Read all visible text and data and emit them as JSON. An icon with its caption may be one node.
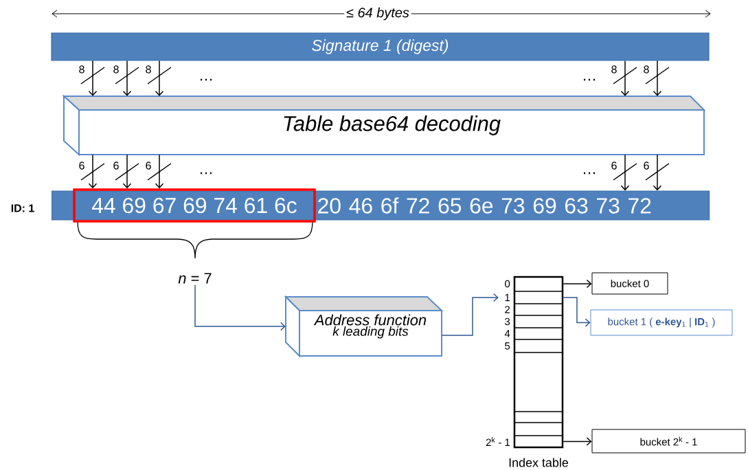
{
  "diagram": {
    "nodes": [
      {
        "text": [
          "Signature 1 (digest)"
        ]
      },
      {
        "text": [
          "Table base64 decoding"
        ]
      },
      {
        "text": [
          "20 46 6f 72 65 6e 73 69 63 73 72"
        ],
        "beside": [
          "ID: 1"
        ]
      },
      {
        "text": [
          "44 69 67 69 74 61 6c"
        ],
        "in": 2
      },
      {
        "text": [
          "*n* = 7"
        ]
      },
      {
        "text": [
          "Address function",
          "k leading bits"
        ]
      },
      {
        "text": [
          "Index table"
        ],
        "beside": [
          "0",
          "1",
          "2",
          "3",
          "4",
          "5",
          "2$^{k}$ - 1"
        ]
      },
      {
        "text": [
          "bucket 0"
        ]
      },
      {
        "text": [
          "bucket 1 ( **e-key**$_{1}$ | **ID**$_{1}$ )"
        ]
      },
      {
        "text": [
          "bucket 2$^{k}$ - 1"
        ]
      }
    ],
    "edges": [
      {
        "from": 0,
        "to": 1,
        "arrow": "to",
        "label": "8"
      },
      {
        "from": 0,
        "to": 1,
        "arrow": "to",
        "label": "8"
      },
      {
        "from": 0,
        "to": 1,
        "arrow": "to",
        "label": "8"
      },
      {
        "from": 0,
        "to": 1,
        "arrow": "to",
        "label": "8"
      },
      {
        "from": 0,
        "to": 1,
        "arrow": "to",
        "label": "8"
      },
      {
        "from": 1,
        "to": 3,
        "arrow": "to",
        "label": "6"
      },
      {
        "from": 1,
        "to": 3,
        "arrow": "to",
        "label": "6"
      },
      {
        "from": 1,
        "to": 3,
        "arrow": "to",
        "label": "6"
      },
      {
        "from": 1,
        "to": 2,
        "arrow": "to",
        "label": "6"
      },
      {
        "from": 1,
        "to": 2,
        "arrow": "to",
        "label": "6"
      },
      {
        "from": 4,
        "to": 5,
        "arrow": "to",
        "color": "#2e5a8e"
      },
      {
        "from": 5,
        "to": 6,
        "arrow": "to",
        "color": "#2e5a8e"
      },
      {
        "from": 6,
        "to": 7,
        "arrow": "to"
      },
      {
        "from": 6,
        "to": 8,
        "arrow": "to",
        "color": "#2e5a8e"
      },
      {
        "from": 6,
        "to": 9,
        "arrow": "to"
      }
    ],
    "labels": [
      "≤ 64 bytes",
      "…",
      "…",
      "…",
      "…"
    ]
  }
}
